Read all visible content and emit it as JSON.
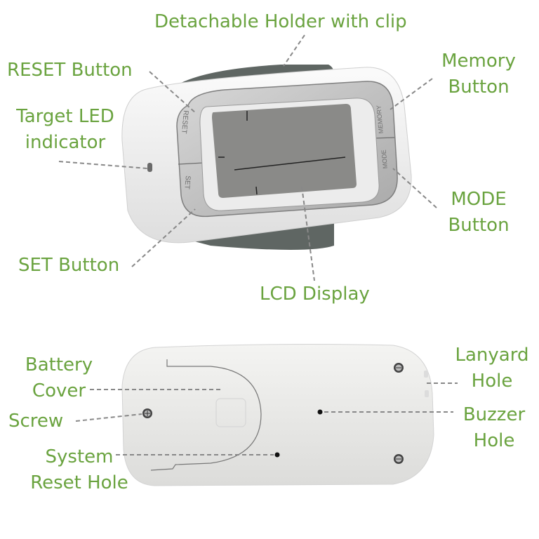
{
  "colors": {
    "label_green": "#6aa33f",
    "leader_gray": "#888888",
    "body_white": "#eeeeee",
    "bezel_silver": "#c4c4c4",
    "lcd_gray": "#8a8a88",
    "clip_dark": "#5f6663"
  },
  "front_view": {
    "device_button_text": {
      "reset": "RESET",
      "set": "SET",
      "memory": "MEMORY",
      "mode": "MODE"
    },
    "labels": [
      {
        "id": "detachable-holder",
        "lines": [
          "Detachable Holder with clip"
        ]
      },
      {
        "id": "reset-button",
        "lines": [
          "RESET Button"
        ]
      },
      {
        "id": "target-led",
        "lines": [
          "Target LED",
          "indicator"
        ]
      },
      {
        "id": "memory-button",
        "lines": [
          "Memory",
          "Button"
        ]
      },
      {
        "id": "mode-button",
        "lines": [
          "MODE",
          "Button"
        ]
      },
      {
        "id": "set-button",
        "lines": [
          "SET Button"
        ]
      },
      {
        "id": "lcd-display",
        "lines": [
          "LCD Display"
        ]
      }
    ]
  },
  "back_view": {
    "labels": [
      {
        "id": "battery-cover",
        "lines": [
          "Battery",
          "Cover"
        ]
      },
      {
        "id": "screw",
        "lines": [
          "Screw"
        ]
      },
      {
        "id": "system-reset-hole",
        "lines": [
          "System",
          "Reset Hole"
        ]
      },
      {
        "id": "lanyard-hole",
        "lines": [
          "Lanyard",
          "Hole"
        ]
      },
      {
        "id": "buzzer-hole",
        "lines": [
          "Buzzer",
          "Hole"
        ]
      }
    ]
  }
}
